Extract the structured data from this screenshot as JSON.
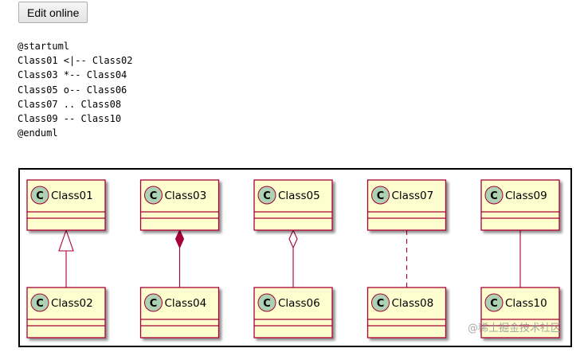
{
  "toolbar": {
    "edit_label": "Edit online"
  },
  "source": {
    "lines": [
      "@startuml",
      "Class01 <|-- Class02",
      "Class03 *-- Class04",
      "Class05 o-- Class06",
      "Class07 .. Class08",
      "Class09 -- Class10",
      "@enduml"
    ]
  },
  "diagram": {
    "class_marker": "C",
    "colors": {
      "class_fill": "#fefece",
      "class_border": "#a80036",
      "marker_fill": "#add1b2",
      "link": "#a80036"
    },
    "pairs": [
      {
        "top": "Class01",
        "bottom": "Class02",
        "relation": "extension"
      },
      {
        "top": "Class03",
        "bottom": "Class04",
        "relation": "composition"
      },
      {
        "top": "Class05",
        "bottom": "Class06",
        "relation": "aggregation"
      },
      {
        "top": "Class07",
        "bottom": "Class08",
        "relation": "dependency"
      },
      {
        "top": "Class09",
        "bottom": "Class10",
        "relation": "association"
      }
    ]
  },
  "watermark": "@稀土掘金技术社区"
}
